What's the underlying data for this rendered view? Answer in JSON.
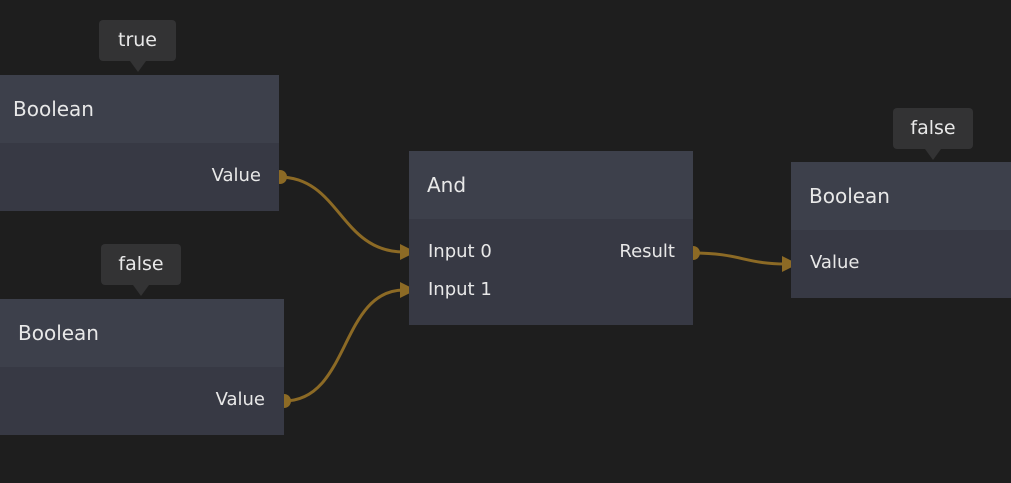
{
  "colors": {
    "background": "#1e1e1e",
    "node_header": "#3d404b",
    "node_body": "#373944",
    "connection": "#8c6a25"
  },
  "nodes": [
    {
      "title": "Boolean",
      "tooltip": "true",
      "output": "Value"
    },
    {
      "title": "Boolean",
      "tooltip": "false",
      "output": "Value"
    },
    {
      "title": "And",
      "inputs": [
        "Input 0",
        "Input 1"
      ],
      "output": "Result"
    },
    {
      "title": "Boolean",
      "tooltip": "false",
      "input": "Value"
    }
  ]
}
